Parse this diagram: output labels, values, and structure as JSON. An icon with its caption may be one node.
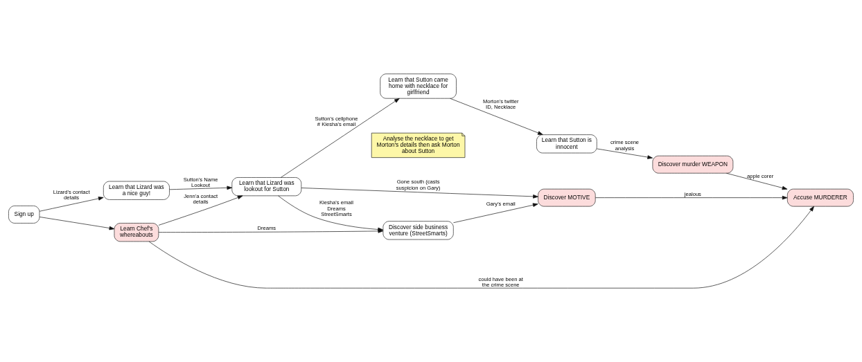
{
  "diagram": {
    "nodes": [
      {
        "text": [
          "Sign up"
        ]
      },
      {
        "text": [
          "Learn that Lizard was a nice guy!"
        ]
      },
      {
        "text": [
          "Learn Chef's whereabouts"
        ]
      },
      {
        "text": [
          "Learn that Lizard was lookout for Sutton"
        ]
      },
      {
        "text": [
          "Learn that Sutton came home with necklace for girlfriend"
        ]
      },
      {
        "text": [
          "Analyse the necklace to get Morton's details then ask Morton about Sutton"
        ]
      },
      {
        "text": [
          "Discover side business venture (StreetSmarts)"
        ]
      },
      {
        "text": [
          "Learn that Sutton is innocent"
        ]
      },
      {
        "text": [
          "Discover MOTIVE"
        ]
      },
      {
        "text": [
          "Discover murder WEAPON"
        ]
      },
      {
        "text": [
          "Accuse MURDERER"
        ]
      }
    ],
    "edges": [
      {
        "from": 0,
        "to": 1,
        "arrow": "to",
        "label": "Lizard's contact details"
      },
      {
        "from": 0,
        "to": 2,
        "arrow": "to"
      },
      {
        "from": 1,
        "to": 3,
        "arrow": "to",
        "label": "Sutton's Name Lookout"
      },
      {
        "from": 2,
        "to": 3,
        "arrow": "to",
        "label": "Jenn'a contact details"
      },
      {
        "from": 3,
        "to": 4,
        "arrow": "to",
        "label": "Sutton's cellphone # Kiesha's email"
      },
      {
        "from": 3,
        "to": 8,
        "arrow": "to",
        "label": "Gone south (casts suspicion on Gary)"
      },
      {
        "from": 3,
        "to": 6,
        "arrow": "to",
        "label": "Kiesha's email Dreams StreetSmarts"
      },
      {
        "from": 2,
        "to": 6,
        "arrow": "to",
        "label": "Dreams"
      },
      {
        "from": 2,
        "to": 10,
        "arrow": "to",
        "label": "could have been at the crime scene"
      },
      {
        "from": 4,
        "to": 7,
        "arrow": "to",
        "label": "Morton's twitter ID, Necklace"
      },
      {
        "from": 7,
        "to": 9,
        "arrow": "to",
        "label": "crime scene analysis"
      },
      {
        "from": 6,
        "to": 8,
        "arrow": "to",
        "label": "Gary's email"
      },
      {
        "from": 8,
        "to": 10,
        "arrow": "to",
        "label": "jealous"
      },
      {
        "from": 9,
        "to": 10,
        "arrow": "to",
        "label": "apple corer"
      }
    ]
  }
}
